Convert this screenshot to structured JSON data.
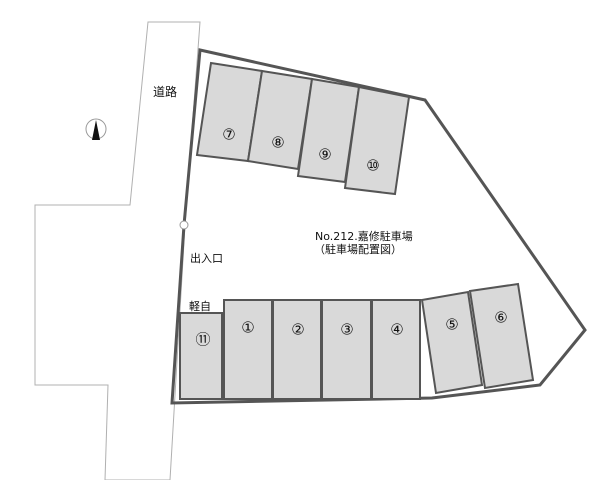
{
  "title_line1": "No.212.嘉修駐車場",
  "title_line2": "（駐車場配置図）",
  "road_label": "道路",
  "entrance_label": "出入口",
  "kei_label": "軽自",
  "compass_icon": "north-arrow-icon",
  "colors": {
    "space_fill": "#d9d9d9",
    "boundary": "#555555",
    "road_line": "#aaaaaa"
  },
  "spaces": [
    {
      "label": "⑦"
    },
    {
      "label": "⑧"
    },
    {
      "label": "⑨"
    },
    {
      "label": "⑩"
    },
    {
      "label": "⑪"
    },
    {
      "label": "①"
    },
    {
      "label": "②"
    },
    {
      "label": "③"
    },
    {
      "label": "④"
    },
    {
      "label": "⑤"
    },
    {
      "label": "⑥"
    }
  ]
}
